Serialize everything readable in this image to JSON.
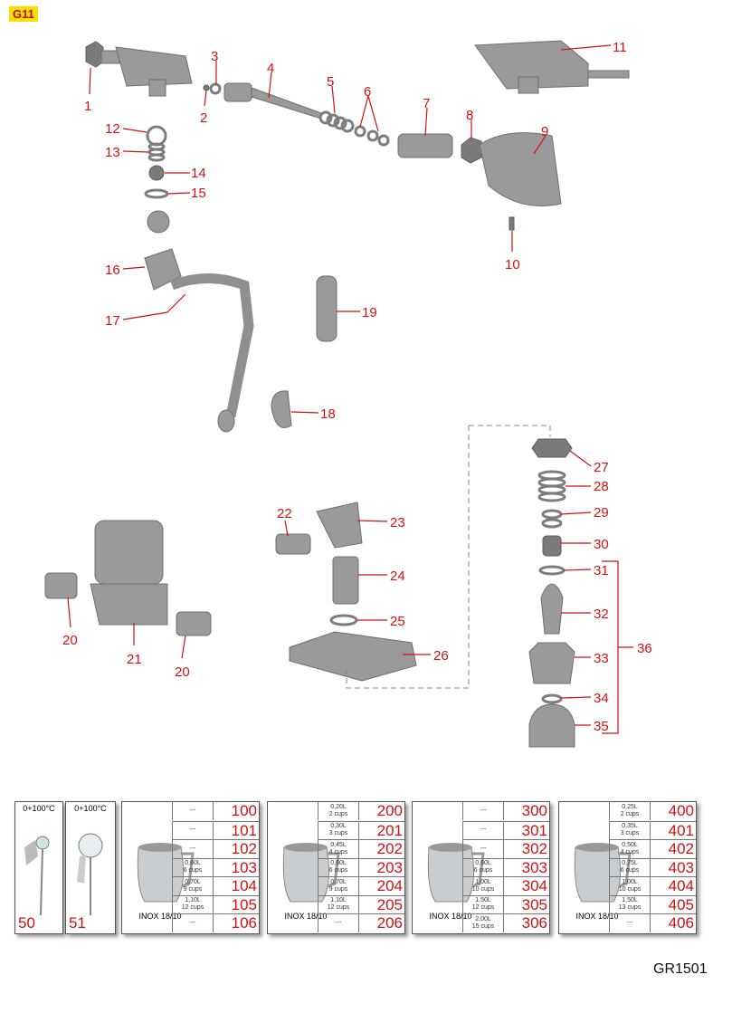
{
  "group_tag": "G11",
  "drawing_code": "GR1501",
  "callouts": [
    "1",
    "2",
    "3",
    "4",
    "5",
    "6",
    "7",
    "8",
    "9",
    "10",
    "11",
    "12",
    "13",
    "14",
    "15",
    "16",
    "17",
    "18",
    "19",
    "20",
    "21",
    "20",
    "22",
    "23",
    "24",
    "25",
    "26",
    "27",
    "28",
    "29",
    "30",
    "31",
    "32",
    "33",
    "34",
    "35",
    "36"
  ],
  "thermometers": [
    {
      "range": "0+100°C",
      "number": "50"
    },
    {
      "range": "0+100°C",
      "number": "51"
    }
  ],
  "jug_panels": [
    {
      "material": "INOX 18/10",
      "rows": [
        {
          "size": "---",
          "number": "100"
        },
        {
          "size": "---",
          "number": "101"
        },
        {
          "size": "---",
          "number": "102"
        },
        {
          "size": "0,60L\n6 cups",
          "number": "103"
        },
        {
          "size": "0,70L\n9 cups",
          "number": "104"
        },
        {
          "size": "1,10L\n12 cups",
          "number": "105"
        },
        {
          "size": "---",
          "number": "106"
        }
      ]
    },
    {
      "material": "INOX 18/10",
      "rows": [
        {
          "size": "0,20L\n2 cups",
          "number": "200"
        },
        {
          "size": "0,30L\n3 cups",
          "number": "201"
        },
        {
          "size": "0,45L\n4 cups",
          "number": "202"
        },
        {
          "size": "0,60L\n6 cups",
          "number": "203"
        },
        {
          "size": "0,70L\n9 cups",
          "number": "204"
        },
        {
          "size": "1,10L\n12 cups",
          "number": "205"
        },
        {
          "size": "---",
          "number": "206"
        }
      ]
    },
    {
      "material": "INOX 18/10",
      "rows": [
        {
          "size": "---",
          "number": "300"
        },
        {
          "size": "---",
          "number": "301"
        },
        {
          "size": "---",
          "number": "302"
        },
        {
          "size": "0,60L\n6 cups",
          "number": "303"
        },
        {
          "size": "1,00L\n10 cups",
          "number": "304"
        },
        {
          "size": "1,50L\n12 cups",
          "number": "305"
        },
        {
          "size": "2,00L\n15 cups",
          "number": "306"
        }
      ]
    },
    {
      "material": "INOX 18/10",
      "rows": [
        {
          "size": "0,25L\n2 cups",
          "number": "400"
        },
        {
          "size": "0,35L\n3 cups",
          "number": "401"
        },
        {
          "size": "0,50L\n4 cups",
          "number": "402"
        },
        {
          "size": "0,75L\n6 cups",
          "number": "403"
        },
        {
          "size": "1,00L\n10 cups",
          "number": "404"
        },
        {
          "size": "1,50L\n13 cups",
          "number": "405"
        },
        {
          "size": "---",
          "number": "406"
        }
      ]
    }
  ]
}
